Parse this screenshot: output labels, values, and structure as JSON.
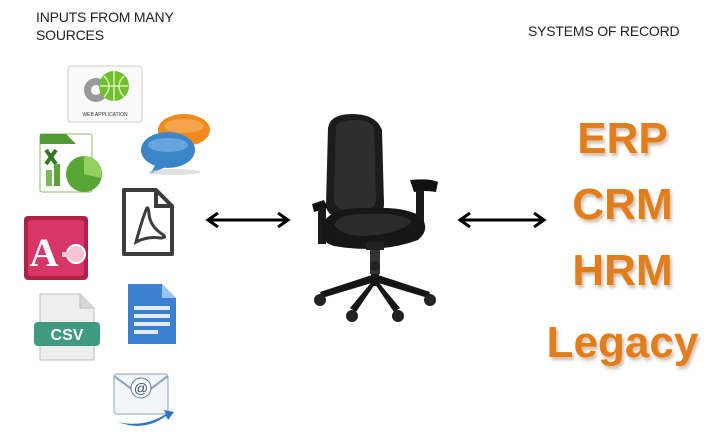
{
  "headers": {
    "left": "INPUTS FROM MANY SOURCES",
    "right": "SYSTEMS OF RECORD"
  },
  "inputs": {
    "web_app_label": "WEB APPLICATION",
    "csv_label": "CSV",
    "icons": [
      "web-application-icon",
      "excel-icon",
      "chat-bubbles-icon",
      "pdf-icon",
      "access-icon",
      "csv-icon",
      "text-document-icon",
      "email-icon"
    ]
  },
  "systems": [
    "ERP",
    "CRM",
    "HRM",
    "Legacy"
  ],
  "colors": {
    "systems_text": "#e27d1b",
    "arrows": "#000000",
    "header_text": "#222222"
  }
}
